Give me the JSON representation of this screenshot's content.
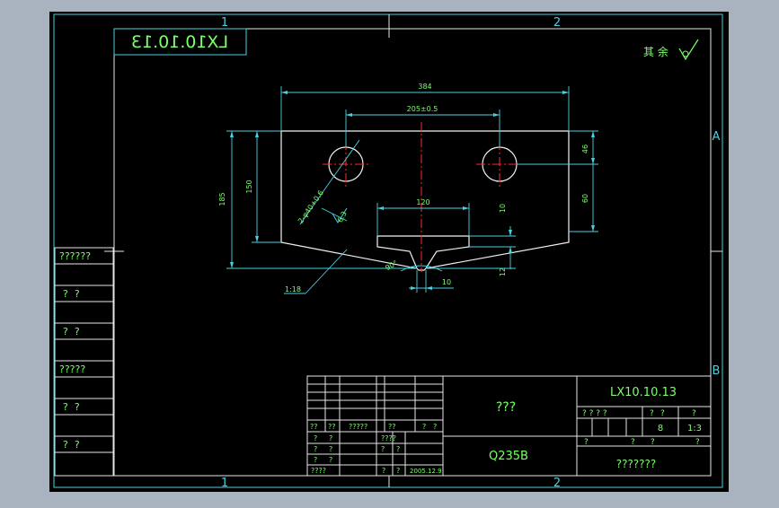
{
  "frame": {
    "zone_numbers_top": [
      "1",
      "2"
    ],
    "zone_numbers_bottom": [
      "1",
      "2"
    ],
    "zone_letters_right": [
      "A",
      "B"
    ]
  },
  "drawing": {
    "mirrored_code": "LX10.10.13",
    "roughness_note": "其 余",
    "dimensions": {
      "overall_width": "384",
      "hole_spacing": "205±0.5",
      "hole_edge": "46",
      "right_height": "60",
      "center_width": "120",
      "center_height": "10",
      "left_height": "150",
      "total_height": "185",
      "hole_spec": "2-φ40+0.6",
      "roughness_value": "6.3",
      "tip_angle": "90°",
      "slot_width": "10",
      "slot_height": "12",
      "edge_chamfer": "1:18"
    }
  },
  "left_panel": {
    "rows": [
      "??????",
      "?  ?",
      "?  ?",
      "?????",
      "?  ?",
      "?  ?"
    ]
  },
  "title_block": {
    "part_name": "???",
    "material": "Q235B",
    "drawing_number": "LX10.10.13",
    "company": "???????",
    "stage_header": [
      "? ? ? ?",
      "?",
      "?",
      "?"
    ],
    "weight": "8",
    "scale": "1:3",
    "sheet_row": [
      "?",
      "?",
      "?",
      "?"
    ],
    "rev_header": [
      "??",
      "??",
      "?????",
      "??",
      "?",
      "?"
    ],
    "sign_rows": [
      [
        "?",
        "?",
        "????",
        ""
      ],
      [
        "?",
        "?",
        "?",
        "?"
      ],
      [
        "?",
        "?",
        "",
        ""
      ],
      [
        "????",
        "",
        "?",
        "?"
      ]
    ],
    "date": "2005.12.9"
  }
}
